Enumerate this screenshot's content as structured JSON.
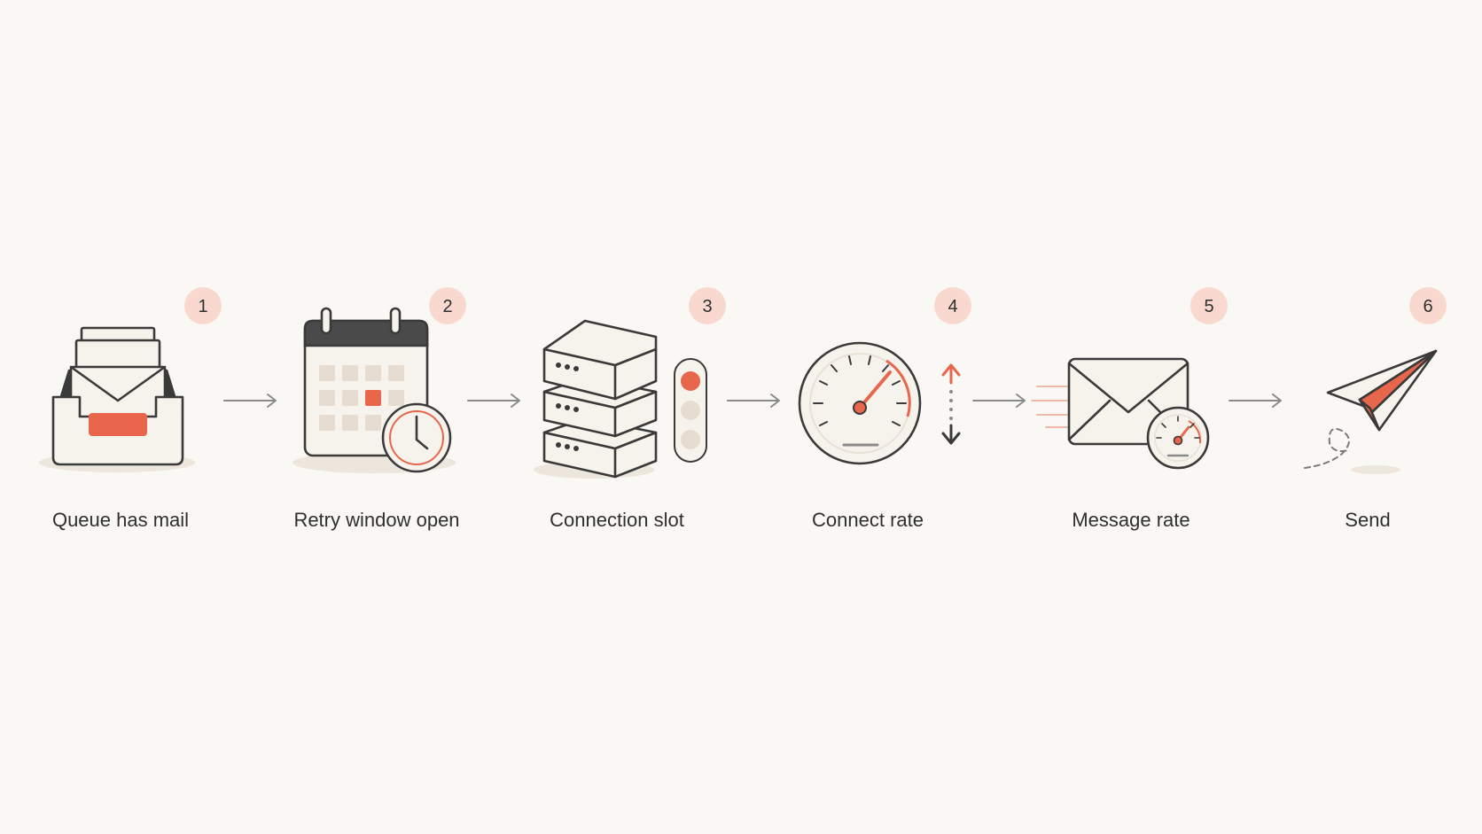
{
  "colors": {
    "background": "#faf8f5",
    "accent": "#e8664c",
    "badge": "#f9d9cf",
    "ink": "#3a3a3a",
    "paper": "#f3efe8",
    "shadow": "#ece6dc"
  },
  "steps": [
    {
      "number": "1",
      "label": "Queue has mail",
      "icon": "inbox-tray-icon"
    },
    {
      "number": "2",
      "label": "Retry window open",
      "icon": "calendar-clock-icon"
    },
    {
      "number": "3",
      "label": "Connection slot",
      "icon": "server-slot-icon"
    },
    {
      "number": "4",
      "label": "Connect rate",
      "icon": "gauge-icon"
    },
    {
      "number": "5",
      "label": "Message rate",
      "icon": "envelope-gauge-icon"
    },
    {
      "number": "6",
      "label": "Send",
      "icon": "paper-plane-icon"
    }
  ]
}
